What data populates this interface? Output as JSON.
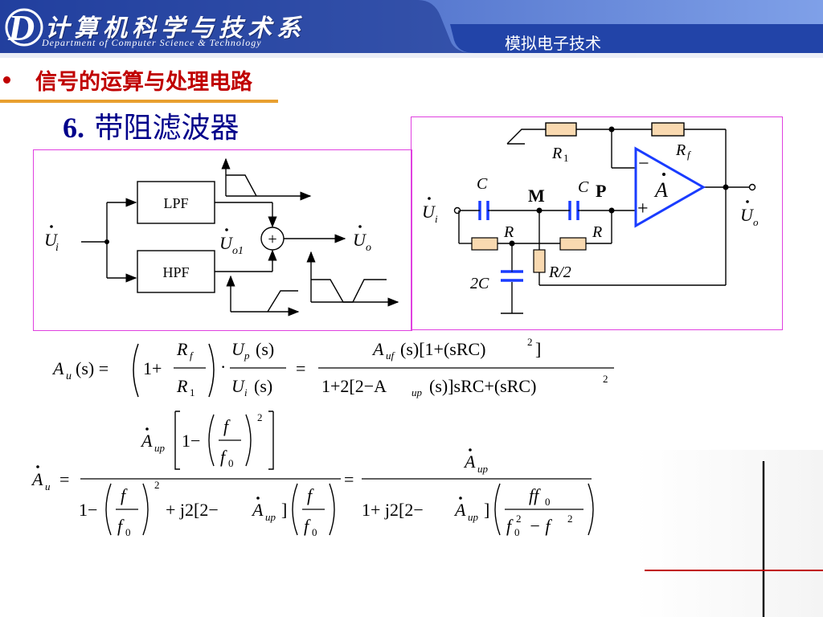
{
  "header": {
    "department_cn": "计算机科学与技术系",
    "department_en": "Department of Computer Science & Technology",
    "logo_letter": "D",
    "course_title": "模拟电子技术"
  },
  "section": {
    "title": "信号的运算与处理电路"
  },
  "heading": {
    "number": "6.",
    "text": "带阻滤波器"
  },
  "block_diagram": {
    "lpf_label": "LPF",
    "hpf_label": "HPF",
    "input_label": "U",
    "input_sub": "i",
    "sum_label": "U",
    "sum_sub": "o1",
    "output_label": "U",
    "output_sub": "o",
    "plus_sign": "+"
  },
  "circuit": {
    "r1": "R",
    "r1_sub": "1",
    "rf": "R",
    "rf_sub": "f",
    "c1": "C",
    "c2": "C",
    "node_m": "M",
    "node_p": "P",
    "r_left": "R",
    "r_right": "R",
    "r_half": "R/2",
    "c_double": "2C",
    "amp": "A",
    "minus": "−",
    "plus": "+",
    "input": "U",
    "input_sub": "i",
    "output": "U",
    "output_sub": "o"
  },
  "equations": {
    "eq1_lhs": "A",
    "eq1_lhs_sub": "u",
    "eq1_lhs_arg": "(s) =",
    "eq1_one_plus": "1+",
    "eq1_rf": "R",
    "eq1_rf_sub": "f",
    "eq1_r1": "R",
    "eq1_r1_sub": "1",
    "eq1_up": "U",
    "eq1_up_sub": "p",
    "eq1_up_arg": "(s)",
    "eq1_ui": "U",
    "eq1_ui_sub": "i",
    "eq1_ui_arg": "(s)",
    "eq1_eq": "=",
    "eq1_num": "A",
    "eq1_num_sub": "uf",
    "eq1_num_rest": "(s)[1+(sRC)",
    "eq1_num_end": "]",
    "eq1_den_a": "1+2[2−A",
    "eq1_den_sub": "up",
    "eq1_den_b": "(s)]sRC+(sRC)",
    "exp2": "2",
    "eq2_lhs": "A",
    "eq2_lhs_sub": "u",
    "eq2_eq1": "=",
    "eq2_eq2": "=",
    "eq2_aup": "A",
    "eq2_aup_sub": "up",
    "eq2_one_minus": "1−",
    "eq2_f": "f",
    "eq2_f0": "f",
    "eq2_f0_sub": "0",
    "eq2_plus_j": "+ j2[2−",
    "eq2_bracket_close": "]",
    "eq2_rhs_den": "1+ j2[2−",
    "eq2_ff0": "ff",
    "eq2_ff0_sub": "0",
    "eq2_den_f0": "f",
    "eq2_den_minus": "− f",
    "exp_2": "2"
  }
}
